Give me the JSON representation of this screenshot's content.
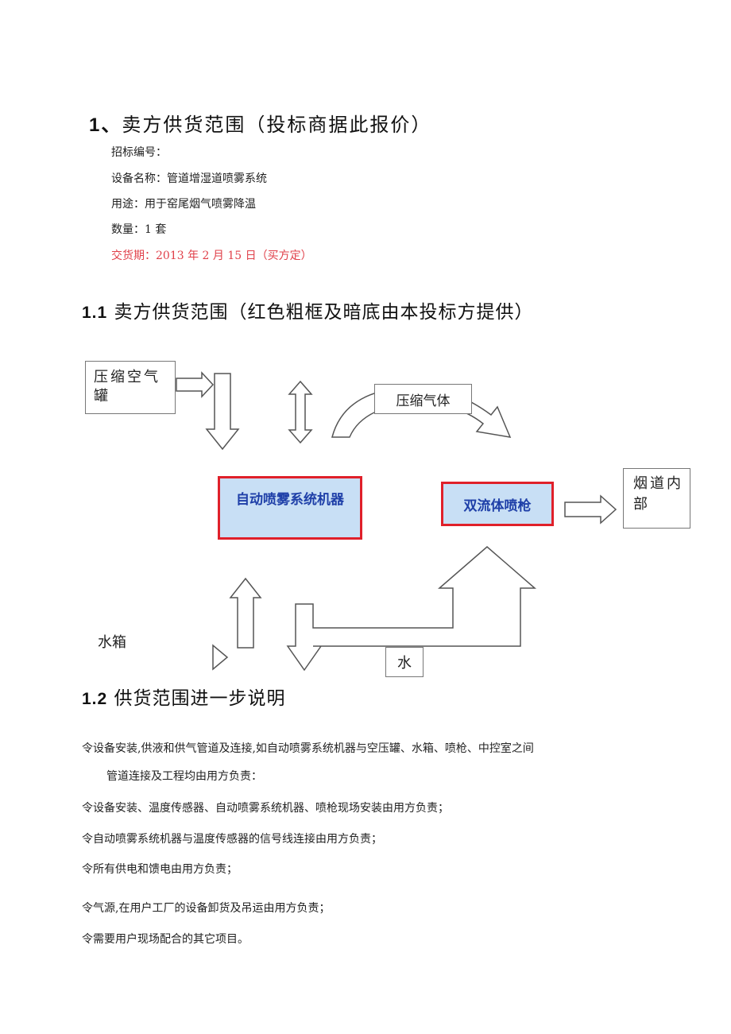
{
  "section1": {
    "title_num": "1、",
    "title_text": "卖方供货范围（投标商据此报价）",
    "fields": [
      {
        "label": "招标编号：",
        "value": ""
      },
      {
        "label": "设备名称：",
        "value": "管道增湿道喷雾系统"
      },
      {
        "label": "用途：",
        "value": "用于窑尾烟气喷雾降温"
      },
      {
        "label": "数量：",
        "value": "1 套"
      }
    ],
    "delivery": "交货期：2013 年 2 月 15 日（买方定）"
  },
  "section1_1": {
    "num": "1.1",
    "title": "卖方供货范围（红色粗框及暗底由本投标方提供）"
  },
  "diagram": {
    "tank_label": "压缩空气罐",
    "gas_label": "压缩气体",
    "machine_label": "自动喷雾系统机器",
    "gun_label": "双流体喷枪",
    "flue_label": "烟道内部",
    "water_tank_label": "水箱",
    "water_label": "水",
    "colors": {
      "highlight_border": "#e0202a",
      "highlight_fill": "#c8dff5",
      "highlight_text": "#1e3fa8"
    }
  },
  "section1_2": {
    "num": "1.2",
    "title": "供货范围进一步说明",
    "items": [
      "令设备安装,供液和供气管道及连接,如自动喷雾系统机器与空压罐、水箱、喷枪、中控室之间",
      "管道连接及工程均由用方负责：",
      "令设备安装、温度传感器、自动喷雾系统机器、喷枪现场安装由用方负责；",
      "令自动喷雾系统机器与温度传感器的信号线连接由用方负责；",
      "令所有供电和馈电由用方负责；",
      "令气源,在用户工厂的设备卸货及吊运由用方负责；",
      "令需要用户现场配合的其它项目。"
    ]
  }
}
